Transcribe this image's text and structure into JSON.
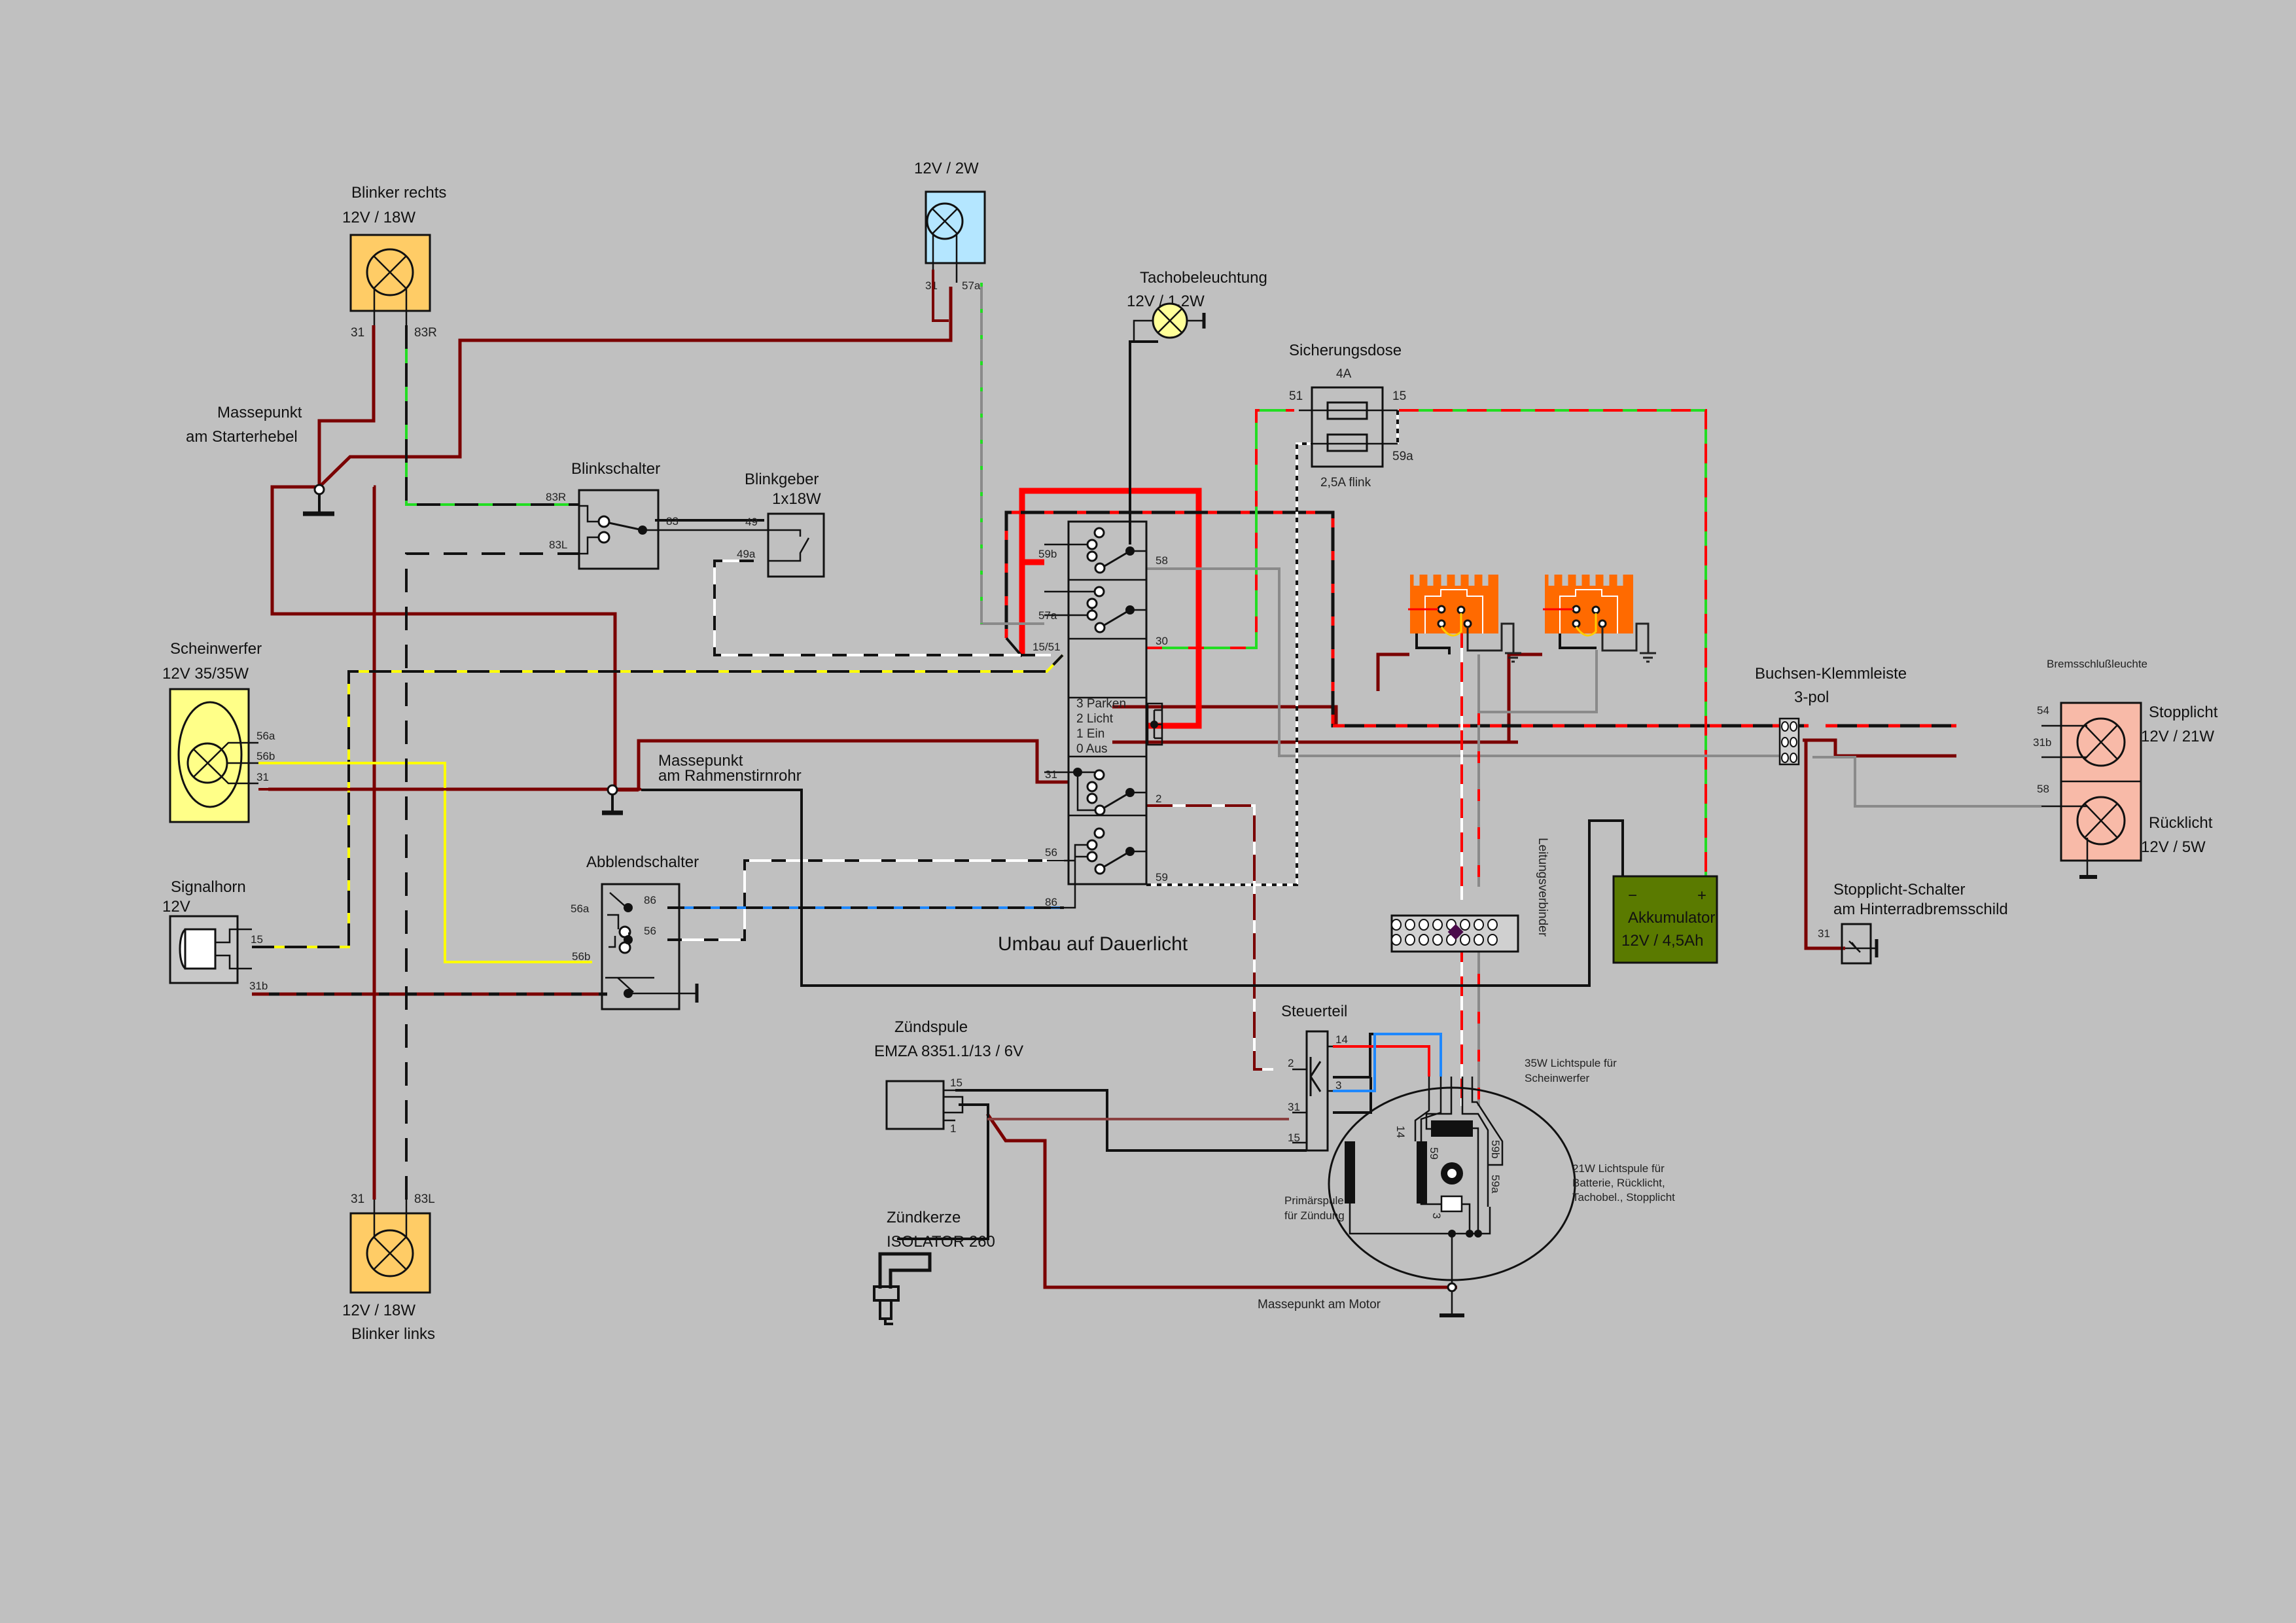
{
  "title": "Schaltplan Umbau auf Dauerlicht",
  "colors": {
    "background": "#c0c0c0",
    "brown": "#7a0000",
    "red": "#ff0000",
    "green": "#22dd22",
    "yellow": "#ffff00",
    "grey": "#8a8a8a",
    "blue": "#1e88ff",
    "white": "#ffffff",
    "black": "#111111",
    "blinker_fill": "#ffcc66",
    "tacho_lamp_fill": "#b4e6ff",
    "tacho_bulb_fill": "#ffff99",
    "headlight_fill": "#ffff88",
    "rear_light_fill": "#f8baa8",
    "battery_fill": "#5a7a00",
    "regulator_fill": "#ff6a00"
  },
  "components": {
    "blinker_right": {
      "name": "Blinker rechts",
      "rating": "12V / 18W",
      "pins": [
        "31",
        "83R"
      ]
    },
    "blinker_left": {
      "name": "Blinker links",
      "rating": "12V / 18W",
      "pins": [
        "31",
        "83L"
      ]
    },
    "indicator_lamp": {
      "rating": "12V / 2W",
      "pins": [
        "31",
        "57a"
      ]
    },
    "tacho_light": {
      "name": "Tachobeleuchtung",
      "rating": "12V / 1,2W"
    },
    "fuse_box": {
      "name": "Sicherungsdose",
      "fuse_top": "4A",
      "fuse_bottom": "2,5A flink",
      "pins": [
        "51",
        "15",
        "59a"
      ]
    },
    "ground_starter": {
      "name": "Massepunkt",
      "sub": "am Starterhebel"
    },
    "ground_frame": {
      "name": "Massepunkt",
      "sub": "am Rahmenstirnrohr"
    },
    "ground_motor": {
      "name": "Massepunkt am Motor"
    },
    "turn_switch": {
      "name": "Blinkschalter",
      "pins": [
        "83R",
        "83L",
        "83"
      ]
    },
    "flasher": {
      "name": "Blinkgeber",
      "rating": "1x18W",
      "pins": [
        "49",
        "49a"
      ]
    },
    "headlight": {
      "name": "Scheinwerfer",
      "rating": "12V 35/35W",
      "pins": [
        "56a",
        "56b",
        "31"
      ]
    },
    "horn": {
      "name": "Signalhorn",
      "rating": "12V",
      "pins": [
        "15",
        "31b"
      ]
    },
    "dimmer_switch": {
      "name": "Abblendschalter",
      "pins": [
        "56a",
        "56b",
        "86",
        "56"
      ]
    },
    "main_switch": {
      "caption": "Umbau auf Dauerlicht",
      "pins_left": [
        "59b",
        "57a",
        "15/51",
        "31",
        "56",
        "86"
      ],
      "pins_right": [
        "58",
        "30",
        "2",
        "59"
      ],
      "positions": [
        "3 Parken",
        "2 Licht",
        "1 Ein",
        "0 Aus"
      ]
    },
    "terminal_strip": {
      "name": "Buchsen-Klemmleiste",
      "sub": "3-pol"
    },
    "rear_lamp": {
      "name": "Bremsschlußleuchte",
      "stop": {
        "name": "Stopplicht",
        "rating": "12V / 21W"
      },
      "tail": {
        "name": "Rücklicht",
        "rating": "12V / 5W"
      },
      "pins": [
        "54",
        "31b",
        "58"
      ]
    },
    "brake_switch": {
      "name": "Stopplicht-Schalter",
      "sub": "am Hinterradbremsschild",
      "pin": "31"
    },
    "battery": {
      "name": "Akkumulator",
      "rating": "12V / 4,5Ah",
      "minus": "−",
      "plus": "+"
    },
    "connector": {
      "name": "Leitungsverbinder"
    },
    "control_unit": {
      "name": "Steuerteil",
      "pins": [
        "2",
        "31",
        "15",
        "14",
        "3"
      ]
    },
    "ignition_coil": {
      "name": "Zündspule",
      "rating": "EMZA 8351.1/13 / 6V",
      "pins": [
        "15",
        "1"
      ]
    },
    "spark_plug": {
      "name": "Zündkerze",
      "rating": "ISOLATOR 260"
    },
    "alternator": {
      "coil_35w": [
        "35W Lichtspule für",
        "Scheinwerfer"
      ],
      "coil_21w": [
        "21W Lichtspule für",
        "Batterie, Rücklicht,",
        "Tachobel., Stopplicht"
      ],
      "primary": [
        "Primärspule",
        "für Zündung"
      ],
      "pins": [
        "14",
        "59",
        "3",
        "59b",
        "59a"
      ]
    }
  }
}
